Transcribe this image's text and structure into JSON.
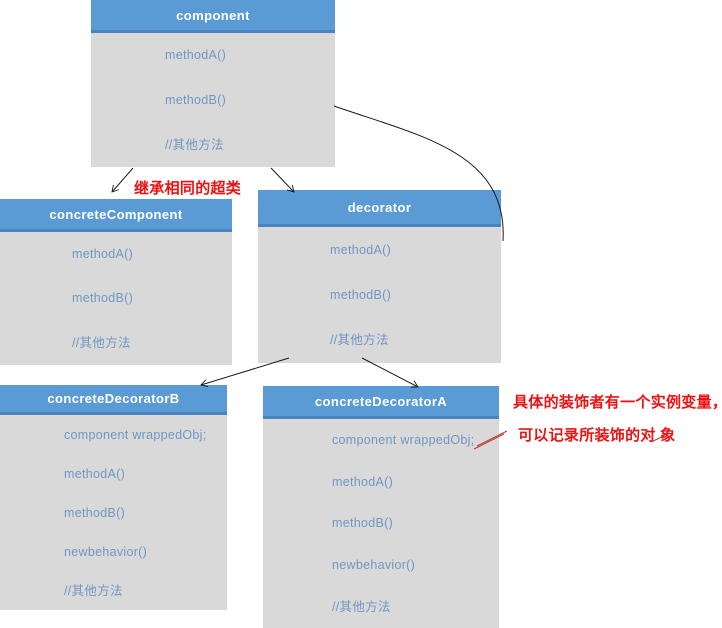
{
  "diagram": {
    "classes": [
      {
        "title": "component",
        "members": [
          "methodA()",
          "methodB()",
          "//其他方法"
        ]
      },
      {
        "title": "concreteComponent",
        "members": [
          "methodA()",
          "methodB()",
          "//其他方法"
        ]
      },
      {
        "title": "decorator",
        "members": [
          "methodA()",
          "methodB()",
          "//其他方法"
        ]
      },
      {
        "title": "concreteDecoratorB",
        "members": [
          "component wrappedObj;",
          "methodA()",
          "methodB()",
          "newbehavior()",
          "//其他方法"
        ]
      },
      {
        "title": "concreteDecoratorA",
        "members": [
          "component wrappedObj;",
          "methodA()",
          "methodB()",
          "newbehavior()",
          "//其他方法"
        ]
      }
    ],
    "annotations": {
      "inherit_note": "继承相同的超类",
      "instance_note_line1": "具体的装饰者有一个实例变量，",
      "instance_note_line2": "可以记录所装饰的对 象"
    },
    "colors": {
      "class_header_bg": "#5b9bd5",
      "class_header_border": "#4c82bd",
      "class_body_bg": "#d9d9d9",
      "member_text": "#7097c3",
      "header_text": "#ffffff",
      "annotation_text": "#ee1111",
      "connector": "#1a1a1a",
      "leader_line": "#c03a3a"
    }
  }
}
